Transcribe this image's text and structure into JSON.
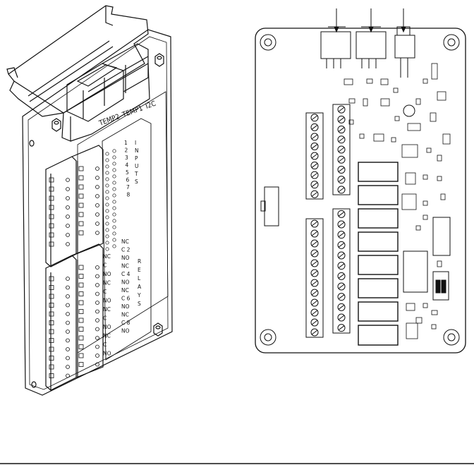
{
  "connector_labels": [
    "TEMP2",
    "TEMP1",
    "I2C"
  ],
  "inputs_label": "INPUTS",
  "input_numbers": [
    "1",
    "2",
    "3",
    "4",
    "5",
    "6",
    "7",
    "8"
  ],
  "relays_label": "RELAYS",
  "relay_pins": [
    "NC",
    "C 2",
    "NO",
    "NC",
    "C 4",
    "NO",
    "NC",
    "C 6",
    "NO",
    "NC",
    "C 8",
    "NO"
  ],
  "relay_pins_left": [
    "NC",
    "C",
    "NO",
    "NC",
    "C",
    "NO",
    "NC",
    "C",
    "NO",
    "NC",
    "C",
    "NO"
  ]
}
